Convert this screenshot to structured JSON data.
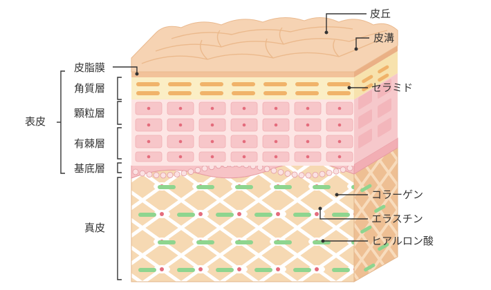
{
  "labels": {
    "hifu": "表皮",
    "hishi_maku": "皮脂膜",
    "kakushitsu": "角質層",
    "kaneryu": "顆粒層",
    "yukyoku": "有棘層",
    "kitei": "基底層",
    "shinpi": "真皮",
    "hikyu": "皮丘",
    "hiko": "皮溝",
    "ceramide": "セラミド",
    "collagen": "コラーゲン",
    "elastin": "エラスチン",
    "hyaluronic": "ヒアルロン酸"
  },
  "colors": {
    "outline": "#333333",
    "surface": "#f6d3b3",
    "sebum_film": "#f2c29a",
    "stratum_corneum": "#fbeec5",
    "ceramide": "#f0b36a",
    "cell_pink": "#f7c6c9",
    "cell_bg": "#fde5e4",
    "dermis": "#f6d9b3",
    "collagen_line": "#ffffff",
    "elastin": "#8ed58f",
    "nucleus": "#e46c7c"
  }
}
